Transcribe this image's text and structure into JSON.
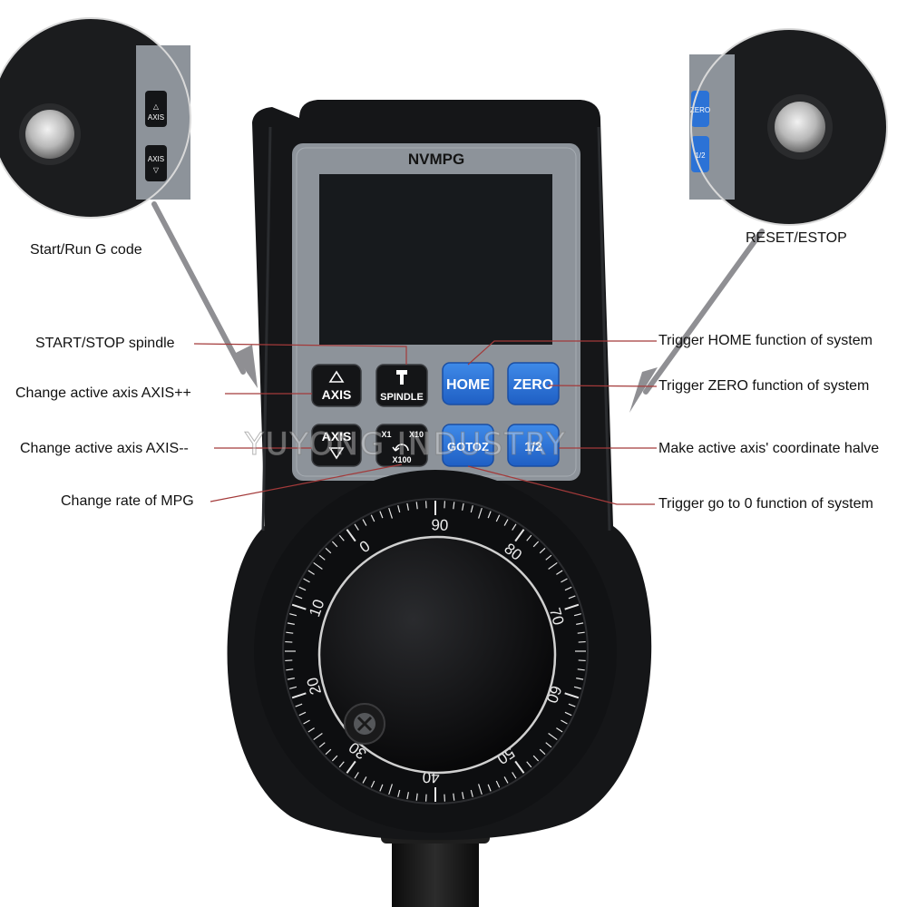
{
  "device": {
    "brand": "NVMPG",
    "buttons": {
      "axis_up": "AXIS",
      "spindle": "SPINDLE",
      "home": "HOME",
      "zero": "ZERO",
      "axis_down": "AXIS",
      "rate_x1": "X1",
      "rate_x10": "X10",
      "rate_x100": "X100",
      "gotoz": "GOTOZ",
      "half": "1/2"
    },
    "dial_numbers": [
      "10",
      "0",
      "90",
      "80",
      "70",
      "60",
      "50",
      "40",
      "30",
      "20"
    ]
  },
  "callouts": {
    "start_run": "Start/Run G code",
    "reset_estop": "RESET/ESTOP",
    "start_stop_spindle": "START/STOP spindle",
    "axis_plus": "Change active axis AXIS++",
    "axis_minus": "Change active axis AXIS--",
    "mpg_rate": "Change rate of MPG",
    "home_fn": "Trigger HOME function of system",
    "zero_fn": "Trigger ZERO function of system",
    "halve_fn": "Make active axis' coordinate halve",
    "goto0_fn": "Trigger go to 0 function of system"
  },
  "watermark": "YUYONG INDUSTRY",
  "colors": {
    "body": "#151618",
    "bezel": "#8d939a",
    "screen": "#171a1d",
    "blue_key": "#2b72d6",
    "black_key": "#141517",
    "arrow": "#8f8f93",
    "leader": "#a33a3a"
  }
}
